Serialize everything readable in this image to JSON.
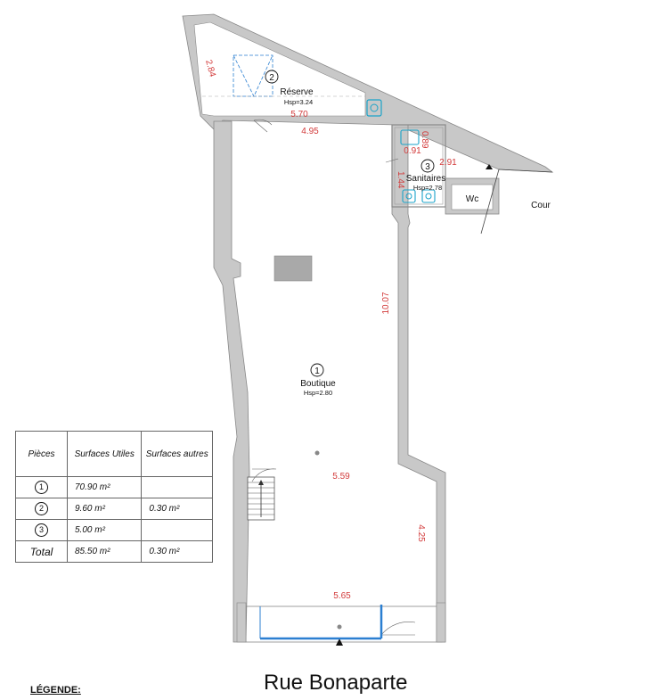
{
  "rooms": [
    {
      "number": "1",
      "name": "Boutique",
      "hsp": "Hsp=2.80"
    },
    {
      "number": "2",
      "name": "Réserve",
      "hsp": "Hsp=3.24"
    },
    {
      "number": "3",
      "name": "Sanitaires",
      "hsp": "Hsp=2.78"
    }
  ],
  "wc_label": "Wc",
  "cour_label": "Cour",
  "dimensions": {
    "d284": "2.84",
    "d570": "5.70",
    "d495": "4.95",
    "d089": "0.89",
    "d091": "0.91",
    "d291": "2.91",
    "d144": "1.44",
    "d1007": "10.07",
    "d559": "5.59",
    "d425": "4.25",
    "d565": "5.65"
  },
  "table": {
    "headers": [
      "Pièces",
      "Surfaces Utiles",
      "Surfaces autres"
    ],
    "rows": [
      {
        "piece": "1",
        "utiles": "70.90 m²",
        "autres": ""
      },
      {
        "piece": "2",
        "utiles": "9.60 m²",
        "autres": "0.30 m²"
      },
      {
        "piece": "3",
        "utiles": "5.00 m²",
        "autres": ""
      }
    ],
    "total": {
      "label": "Total",
      "utiles": "85.50 m²",
      "autres": "0.30 m²"
    }
  },
  "street_name": "Rue Bonaparte",
  "legend_label": "LÉGENDE:",
  "colors": {
    "wall": "#c8c8c8",
    "dimension": "#d23a3a",
    "fixture": "#1aa3c9",
    "window": "#2b7fd1"
  }
}
